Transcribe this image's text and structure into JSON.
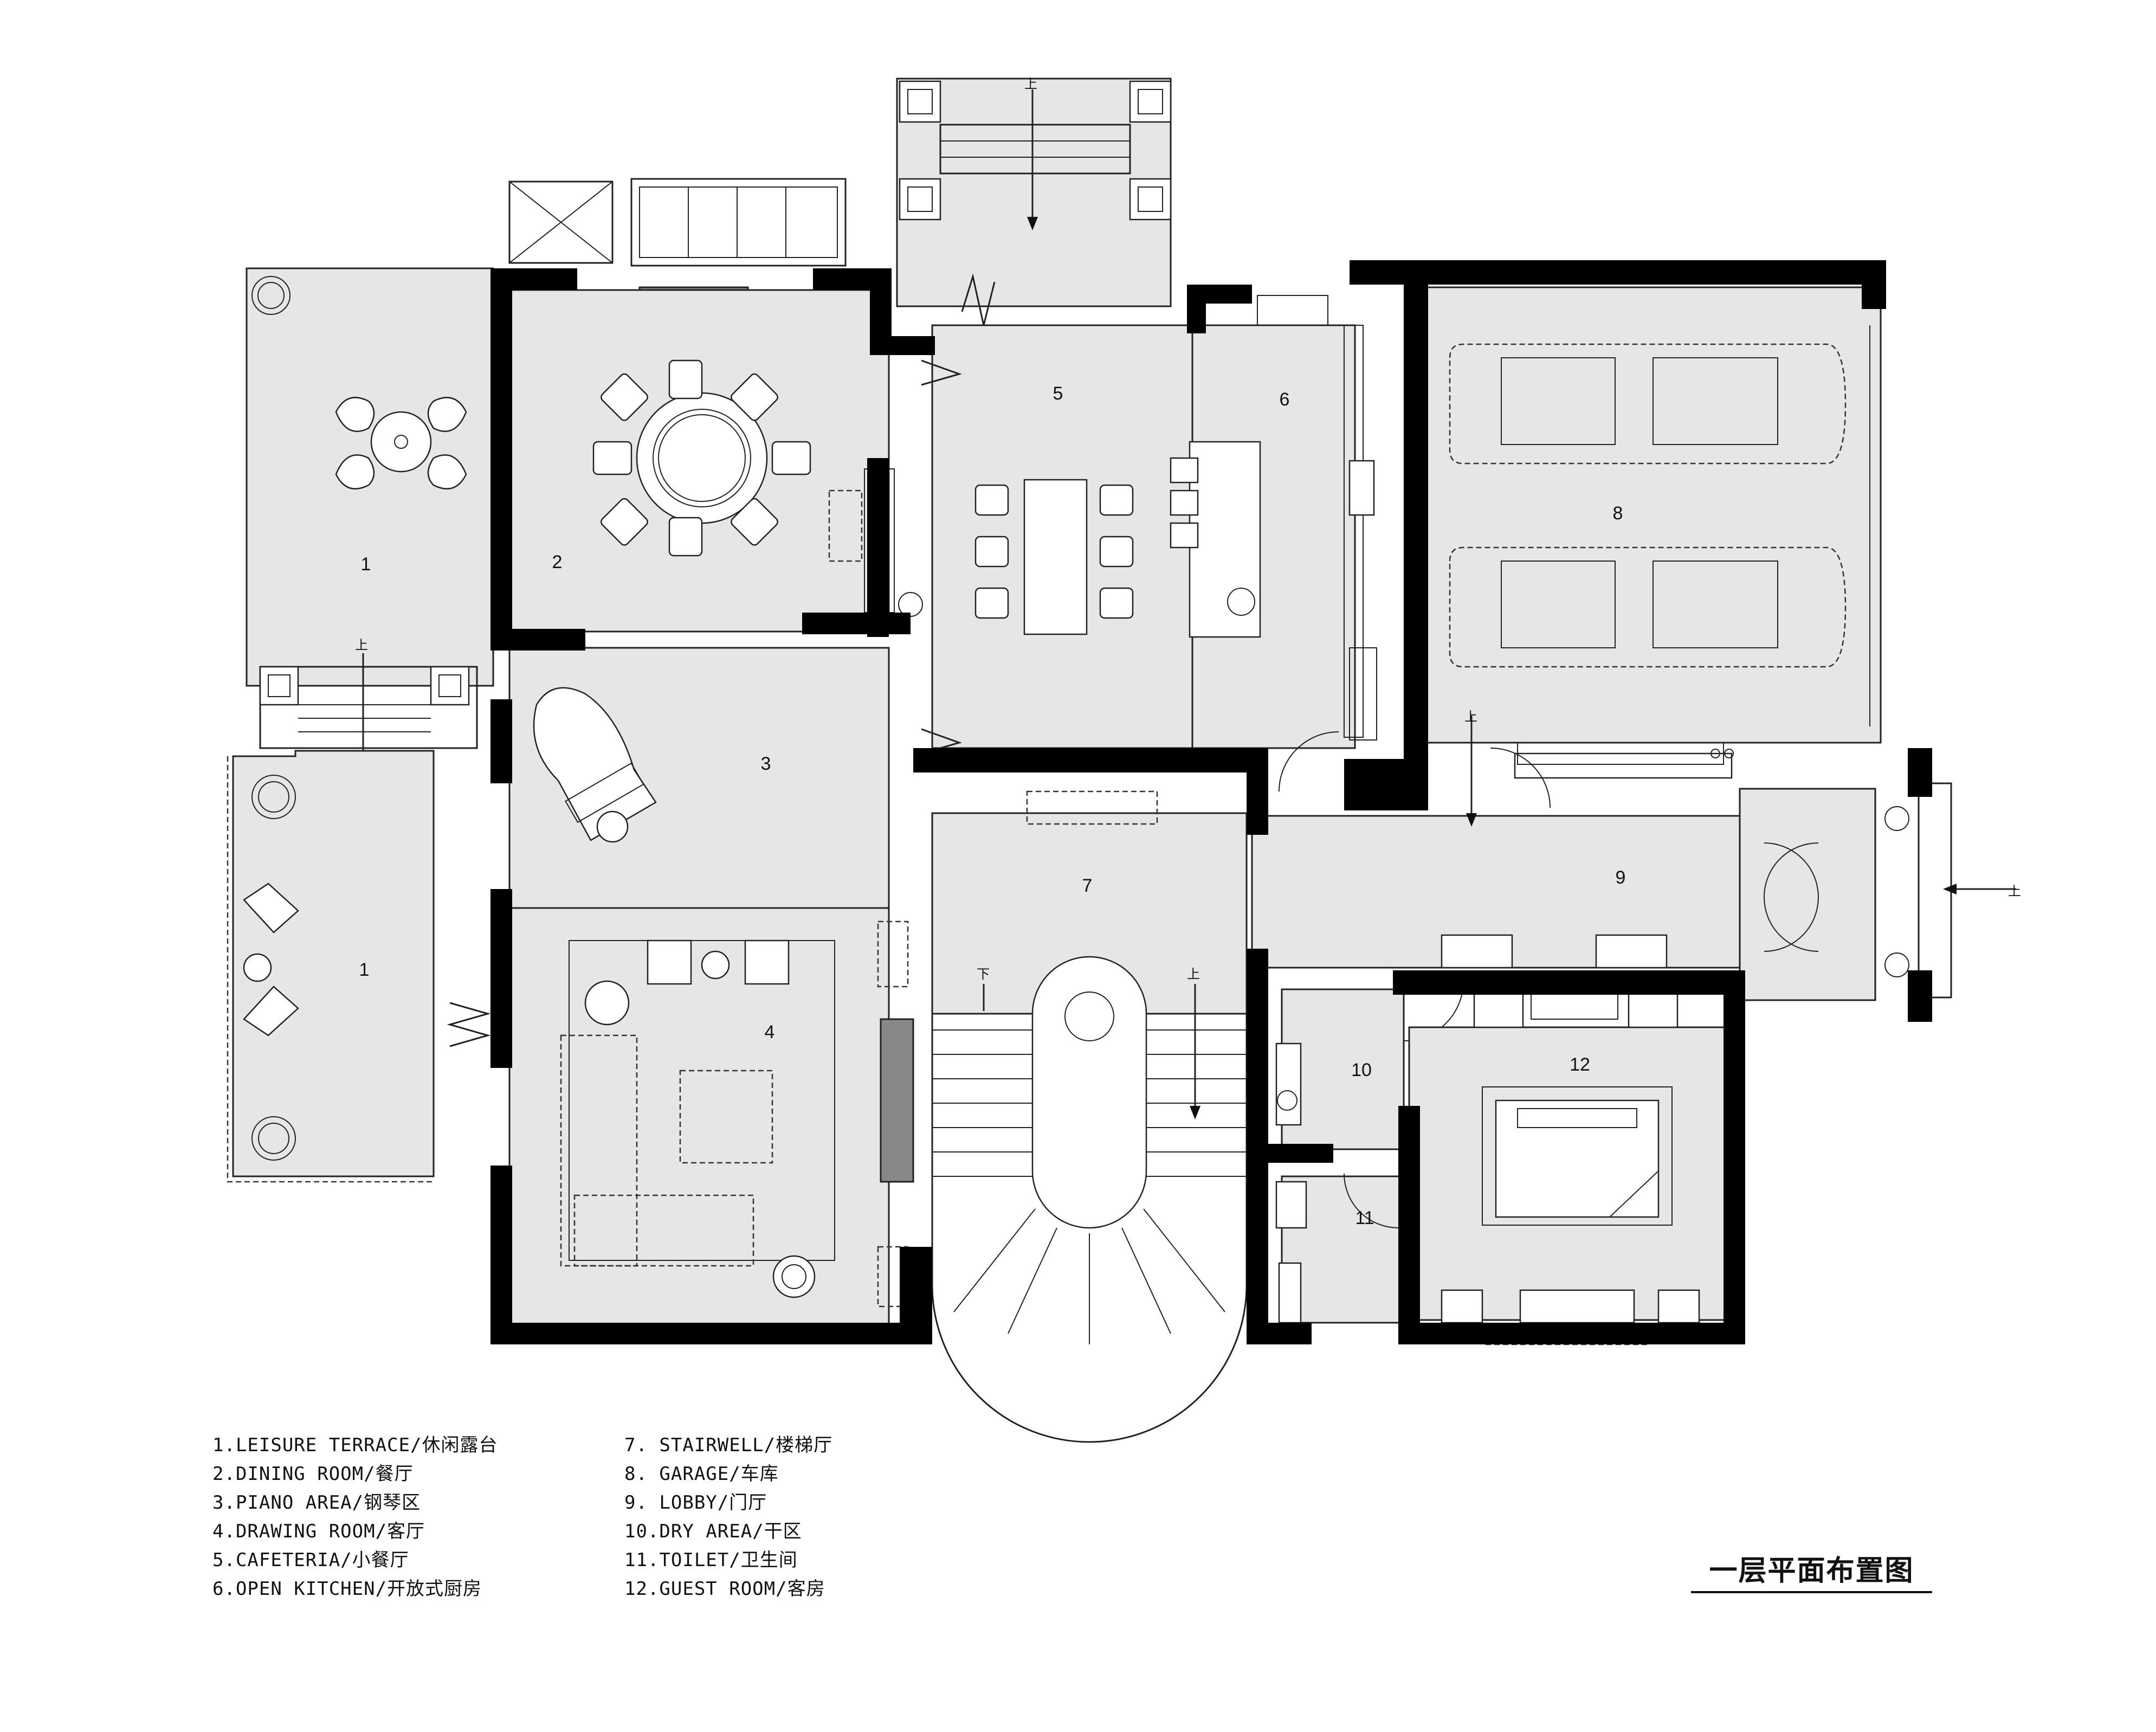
{
  "rooms": {
    "terrace_upper": "1",
    "terrace_lower": "1",
    "dining": "2",
    "piano": "3",
    "drawing": "4",
    "cafeteria": "5",
    "kitchen": "6",
    "stairwell": "7",
    "garage": "8",
    "lobby": "9",
    "dry_area": "10",
    "toilet": "11",
    "guest": "12"
  },
  "up_marks": {
    "north_entry": "上",
    "terrace_steps": "上",
    "garage_steps": "上",
    "east_entry": "上",
    "stair_up": "上",
    "stair_down": "下"
  },
  "legend": {
    "left": [
      "1.LEISURE TERRACE/休闲露台",
      "2.DINING ROOM/餐厅",
      "3.PIANO AREA/钢琴区",
      "4.DRAWING ROOM/客厅",
      "5.CAFETERIA/小餐厅",
      "6.OPEN KITCHEN/开放式厨房"
    ],
    "right": [
      "7. STAIRWELL/楼梯厅",
      "8. GARAGE/车库",
      "9. LOBBY/门厅",
      "10.DRY AREA/干区",
      "11.TOILET/卫生间",
      "12.GUEST ROOM/客房"
    ]
  },
  "plan_title": "一层平面布置图"
}
